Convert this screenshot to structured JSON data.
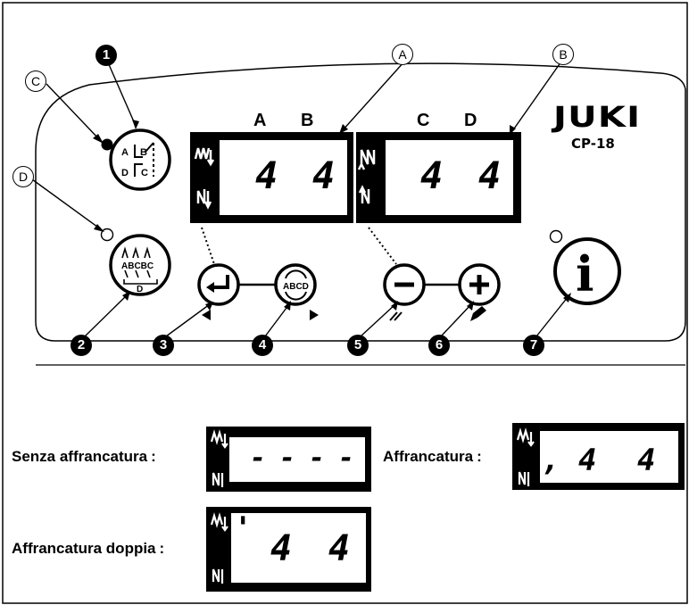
{
  "panel": {
    "brand": "JUKI",
    "model": "CP-18",
    "column_labels": [
      "A",
      "B",
      "C",
      "D"
    ],
    "display_left": {
      "digits": [
        "4",
        "4"
      ]
    },
    "display_right": {
      "digits": [
        "4",
        "4"
      ]
    },
    "callouts_letters": [
      "A",
      "B",
      "C",
      "D"
    ],
    "callouts_numbers": [
      "1",
      "2",
      "3",
      "4",
      "5",
      "6",
      "7"
    ],
    "button_info_glyph": "i",
    "button_mode_text": "ABCD"
  },
  "examples": [
    {
      "caption": "Senza affrancatura",
      "colon": ":",
      "readout": [
        "-",
        "-",
        "-",
        "-"
      ]
    },
    {
      "caption": "Affrancatura",
      "colon": ":",
      "readout": [
        ",",
        "4",
        "4"
      ]
    },
    {
      "caption": "Affrancatura doppia",
      "colon": ":",
      "readout": [
        "'",
        "4",
        "4"
      ]
    }
  ]
}
